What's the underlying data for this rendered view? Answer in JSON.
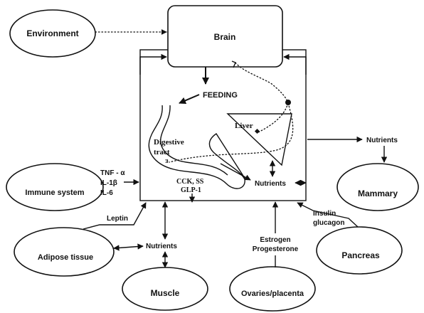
{
  "nodes": {
    "brain": "Brain",
    "environment": "Environment",
    "immune_system": "Immune system",
    "adipose_tissue": "Adipose tissue",
    "muscle": "Muscle",
    "ovaries_placenta": "Ovaries/placenta",
    "pancreas": "Pancreas",
    "mammary": "Mammary"
  },
  "inner_labels": {
    "feeding": "FEEDING",
    "liver": "Liver",
    "digestive_1": "Digestive",
    "digestive_2": "tract",
    "cck_ss": "CCK, SS",
    "glp1": "GLP-1",
    "nutrients_inner": "Nutrients"
  },
  "labels": {
    "nutrients_right": "Nutrients",
    "nutrients_left": "Nutrients",
    "tnf": "TNF - α",
    "il1": "IL-1β",
    "il6": "IL-6",
    "leptin": "Leptin",
    "estrogen": "Estrogen",
    "progesterone": "Progesterone",
    "insulin": "Insulin",
    "glucagon": "glucagon"
  }
}
